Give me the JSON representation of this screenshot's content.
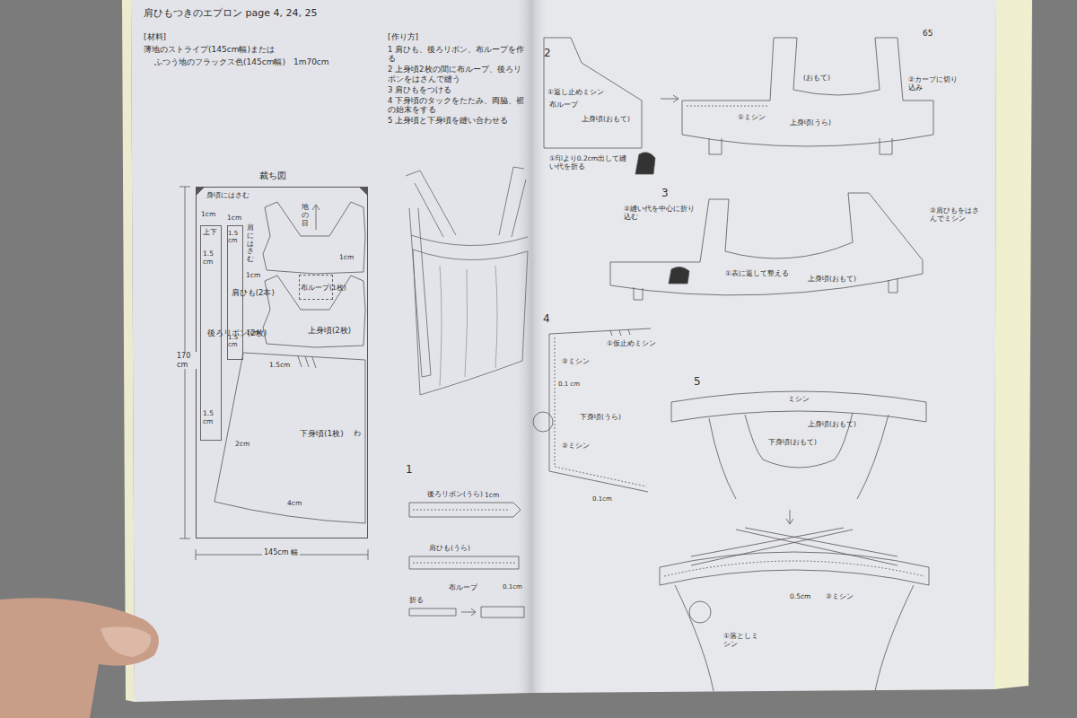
{
  "diagram": {
    "title": "肩ひもつきのエプロン page 4, 24, 25",
    "nodes": [
      {
        "text": [
          "裁ち図"
        ]
      },
      {
        "text": [
          "後ろリボン(2枚)"
        ],
        "in": 0
      },
      {
        "text": [
          "肩ひも(2本)"
        ],
        "in": 0
      },
      {
        "text": [
          "上身頃(2枚)"
        ],
        "in": 0
      },
      {
        "text": [
          "布ループ(1枚)"
        ],
        "in": 0
      },
      {
        "text": [
          "下身頃(1枚)"
        ],
        "in": 0
      }
    ],
    "labels": [
      "[材料]",
      "薄地のストライプ(145cm幅)または",
      "ふつう地のフラックス色(145cm幅)　1m70cm",
      "[作り方]",
      "1 肩ひも、後ろリボン、布ループを作る",
      "2 上身頃2枚の間に布ループ、後ろリボンをはさんで縫う",
      "3 肩ひもをつける",
      "4 下身頃のタックをたたみ、両脇、裾の始末をする",
      "5 上身頃と下身頃を縫い合わせる",
      "身頃にはさむ",
      "1cm",
      "1cm",
      "上下",
      "肩にはさむ",
      "地の目",
      "1.5 cm",
      "1.5 cm",
      "1.5 cm",
      "1.5 cm",
      "1cm",
      "1cm",
      "1cm",
      "1.5cm",
      "2cm",
      "4cm",
      "わ",
      "170 cm",
      "145cm 幅",
      "1",
      "後ろリボン(うら)",
      "1cm",
      "肩ひも(うら)",
      "布ループ",
      "折る",
      "0.1cm",
      "65",
      "2",
      "①返し止めミシン",
      "布ループ",
      "上身頃(おもて)",
      "①印より0.2cm出して縫い代を折る",
      "(おもて)",
      "②カーブに切り込み",
      "①ミシン",
      "上身頃(うら)",
      "3",
      "②縫い代を中心に折り込む",
      "②肩ひもをはさんでミシン",
      "①表に返して整える",
      "上身頃(おもて)",
      "4",
      "①仮止めミシン",
      "②ミシン",
      "0.1 cm",
      "下身頃(うら)",
      "②ミシン",
      "0.1cm",
      "5",
      "ミシン",
      "上身頃(おもて)",
      "下身頃(おもて)",
      "0.5cm",
      "②ミシン",
      "①落としミシン"
    ]
  }
}
